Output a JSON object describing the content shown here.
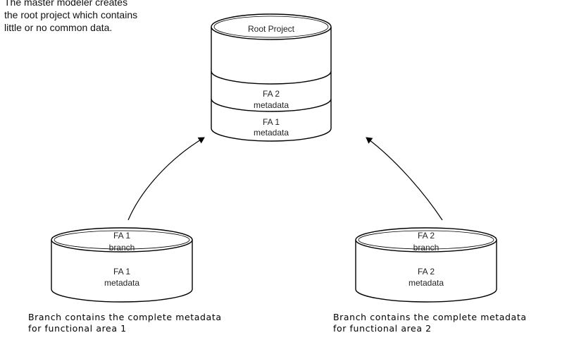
{
  "top_note": {
    "line1": "The master modeler creates",
    "line2": "the root project which contains",
    "line3": "little or no common data."
  },
  "root_project": {
    "title": "Root Project",
    "section_fa2": {
      "line1": "FA 2",
      "line2": "metadata"
    },
    "section_fa1": {
      "line1": "FA 1",
      "line2": "metadata"
    }
  },
  "branch_1": {
    "top": {
      "line1": "FA 1",
      "line2": "branch"
    },
    "body": {
      "line1": "FA 1",
      "line2": "metadata"
    },
    "caption": {
      "line1": "Branch contains the complete metadata",
      "line2": "for functional area 1"
    }
  },
  "branch_2": {
    "top": {
      "line1": "FA 2",
      "line2": "branch"
    },
    "body": {
      "line1": "FA 2",
      "line2": "metadata"
    },
    "caption": {
      "line1": "Branch contains the complete metadata",
      "line2": "for functional area 2"
    }
  }
}
